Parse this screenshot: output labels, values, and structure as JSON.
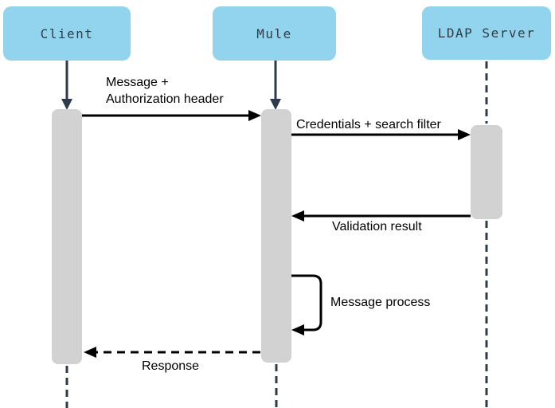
{
  "diagram_type": "sequence-diagram",
  "actors": [
    {
      "id": "client",
      "label": "Client"
    },
    {
      "id": "mule",
      "label": "Mule"
    },
    {
      "id": "ldap",
      "label": "LDAP Server"
    }
  ],
  "messages": [
    {
      "from": "client",
      "to": "mule",
      "style": "solid",
      "line1": "Message +",
      "line2": "Authorization header"
    },
    {
      "from": "mule",
      "to": "ldap",
      "style": "solid",
      "line1": "Credentials + search filter"
    },
    {
      "from": "ldap",
      "to": "mule",
      "style": "solid",
      "line1": "Validation result"
    },
    {
      "from": "mule",
      "to": "mule",
      "style": "self-loop",
      "line1": "Message process"
    },
    {
      "from": "mule",
      "to": "client",
      "style": "dashed",
      "line1": "Response"
    }
  ],
  "colors": {
    "actor_fill": "#92d4ee",
    "actor_text": "#323c46",
    "activation_fill": "#d2d2d2",
    "lifeline": "#2e3b4c",
    "message": "#000000",
    "background": "#ffffff"
  }
}
